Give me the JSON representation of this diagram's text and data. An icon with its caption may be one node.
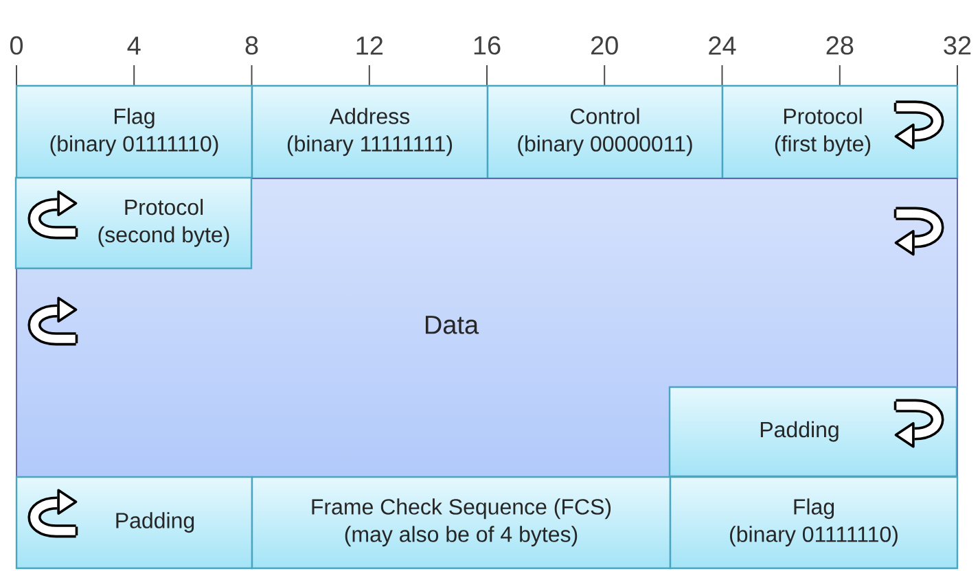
{
  "diagram": {
    "nodes": [
      {
        "text": [
          "Flag",
          "(binary 01111110)"
        ]
      },
      {
        "text": [
          "Address",
          "(binary 11111111)"
        ]
      },
      {
        "text": [
          "Control",
          "(binary 00000011)"
        ]
      },
      {
        "text": [
          "Protocol",
          "(first byte)"
        ]
      },
      {
        "text": [
          "Data"
        ]
      },
      {
        "text": [
          "Protocol",
          "(second byte)"
        ],
        "in": 4
      },
      {
        "text": [
          "Padding"
        ],
        "in": 4
      },
      {
        "text": [
          "Padding"
        ]
      },
      {
        "text": [
          "Frame Check Sequence (FCS)",
          "(may also be of 4 bytes)"
        ]
      },
      {
        "text": [
          "Flag",
          "(binary 01111110)"
        ]
      }
    ],
    "labels": [
      "0",
      "4",
      "8",
      "12",
      "16",
      "20",
      "24",
      "28",
      "32"
    ]
  }
}
